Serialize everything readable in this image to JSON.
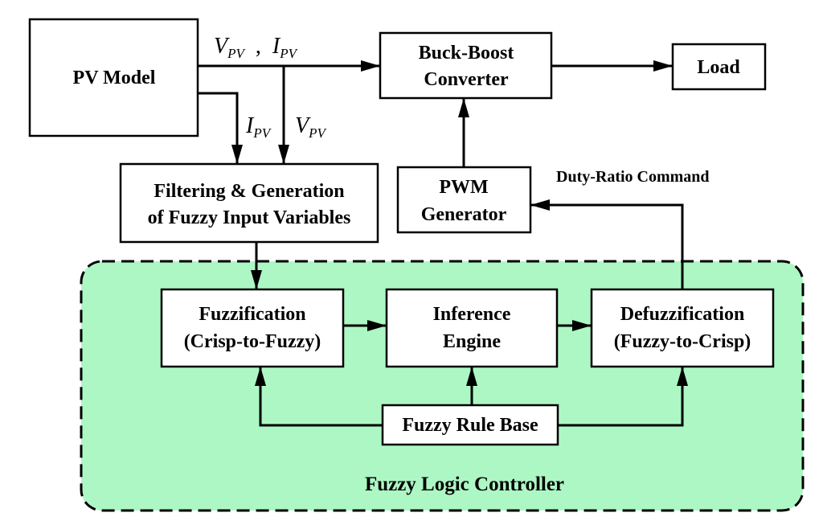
{
  "colors": {
    "controller_fill": "#adf7c4",
    "stroke": "#000000",
    "background": "#ffffff"
  },
  "blocks": {
    "pv_model": {
      "line1": "PV Model"
    },
    "converter": {
      "line1": "Buck-Boost",
      "line2": "Converter"
    },
    "load": {
      "line1": "Load"
    },
    "filtering": {
      "line1": "Filtering & Generation",
      "line2": "of Fuzzy Input Variables"
    },
    "pwm": {
      "line1": "PWM",
      "line2": "Generator"
    },
    "fuzzification": {
      "line1": "Fuzzification",
      "line2": "(Crisp-to-Fuzzy)"
    },
    "inference": {
      "line1": "Inference",
      "line2": "Engine"
    },
    "defuzzification": {
      "line1": "Defuzzification",
      "line2": "(Fuzzy-to-Crisp)"
    },
    "rule_base": {
      "line1": "Fuzzy Rule Base"
    }
  },
  "labels": {
    "top_signals": {
      "v": "V",
      "v_sub": "PV",
      "comma": ",",
      "i": "I",
      "i_sub": "PV"
    },
    "ipv": {
      "main": "I",
      "sub": "PV"
    },
    "vpv": {
      "main": "V",
      "sub": "PV"
    },
    "duty_ratio": "Duty-Ratio Command",
    "controller": "Fuzzy Logic Controller"
  }
}
